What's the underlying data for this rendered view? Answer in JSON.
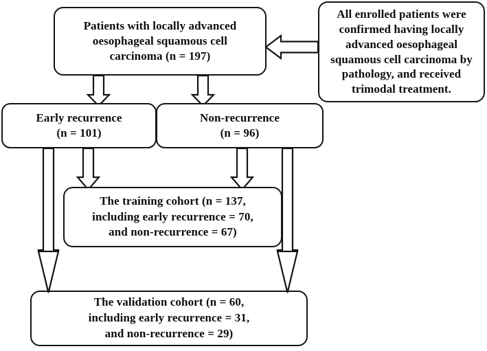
{
  "figure": {
    "type": "flowchart",
    "title": "Patient enrolment and cohort allocation flow diagram",
    "background_color": "#ffffff",
    "line_color": "#141414",
    "text_color": "#0d0d0d"
  },
  "nodes": {
    "root": {
      "id": "root",
      "label": "Patients with locally advanced\noesophageal squamous cell\ncarcinoma (n = 197)",
      "n": 197
    },
    "note": {
      "id": "note",
      "label": "All enrolled patients were\nconfirmed having locally\nadvanced oesophageal\nsquamous cell carcinoma by\npathology, and received\ntrimodal treatment."
    },
    "early_recurrence": {
      "id": "early-recurrence",
      "label": "Early recurrence\n(n = 101)",
      "n": 101
    },
    "non_recurrence": {
      "id": "non-recurrence",
      "label": "Non-recurrence\n(n = 96)",
      "n": 96
    },
    "training_cohort": {
      "id": "training-cohort",
      "label": "The training cohort (n = 137,\nincluding early recurrence = 70,\nand non-recurrence  = 67)",
      "n": 137,
      "early_recurrence": 70,
      "non_recurrence": 67
    },
    "validation_cohort": {
      "id": "validation-cohort",
      "label": "The validation cohort (n = 60,\nincluding early recurrence  = 31,\nand  non-recurrence = 29)",
      "n": 60,
      "early_recurrence": 31,
      "non_recurrence": 29
    }
  },
  "edges": [
    {
      "from": "note",
      "to": "root",
      "style": "open-block-arrow",
      "direction": "left"
    },
    {
      "from": "root",
      "to": "early_recurrence",
      "style": "open-block-arrow",
      "direction": "down"
    },
    {
      "from": "root",
      "to": "non_recurrence",
      "style": "open-block-arrow",
      "direction": "down"
    },
    {
      "from": "early_recurrence",
      "to": "training_cohort",
      "style": "open-block-arrow",
      "direction": "down"
    },
    {
      "from": "non_recurrence",
      "to": "training_cohort",
      "style": "open-block-arrow",
      "direction": "down"
    },
    {
      "from": "early_recurrence",
      "to": "validation_cohort",
      "style": "open-block-arrow",
      "direction": "down"
    },
    {
      "from": "non_recurrence",
      "to": "validation_cohort",
      "style": "open-block-arrow",
      "direction": "down"
    }
  ]
}
